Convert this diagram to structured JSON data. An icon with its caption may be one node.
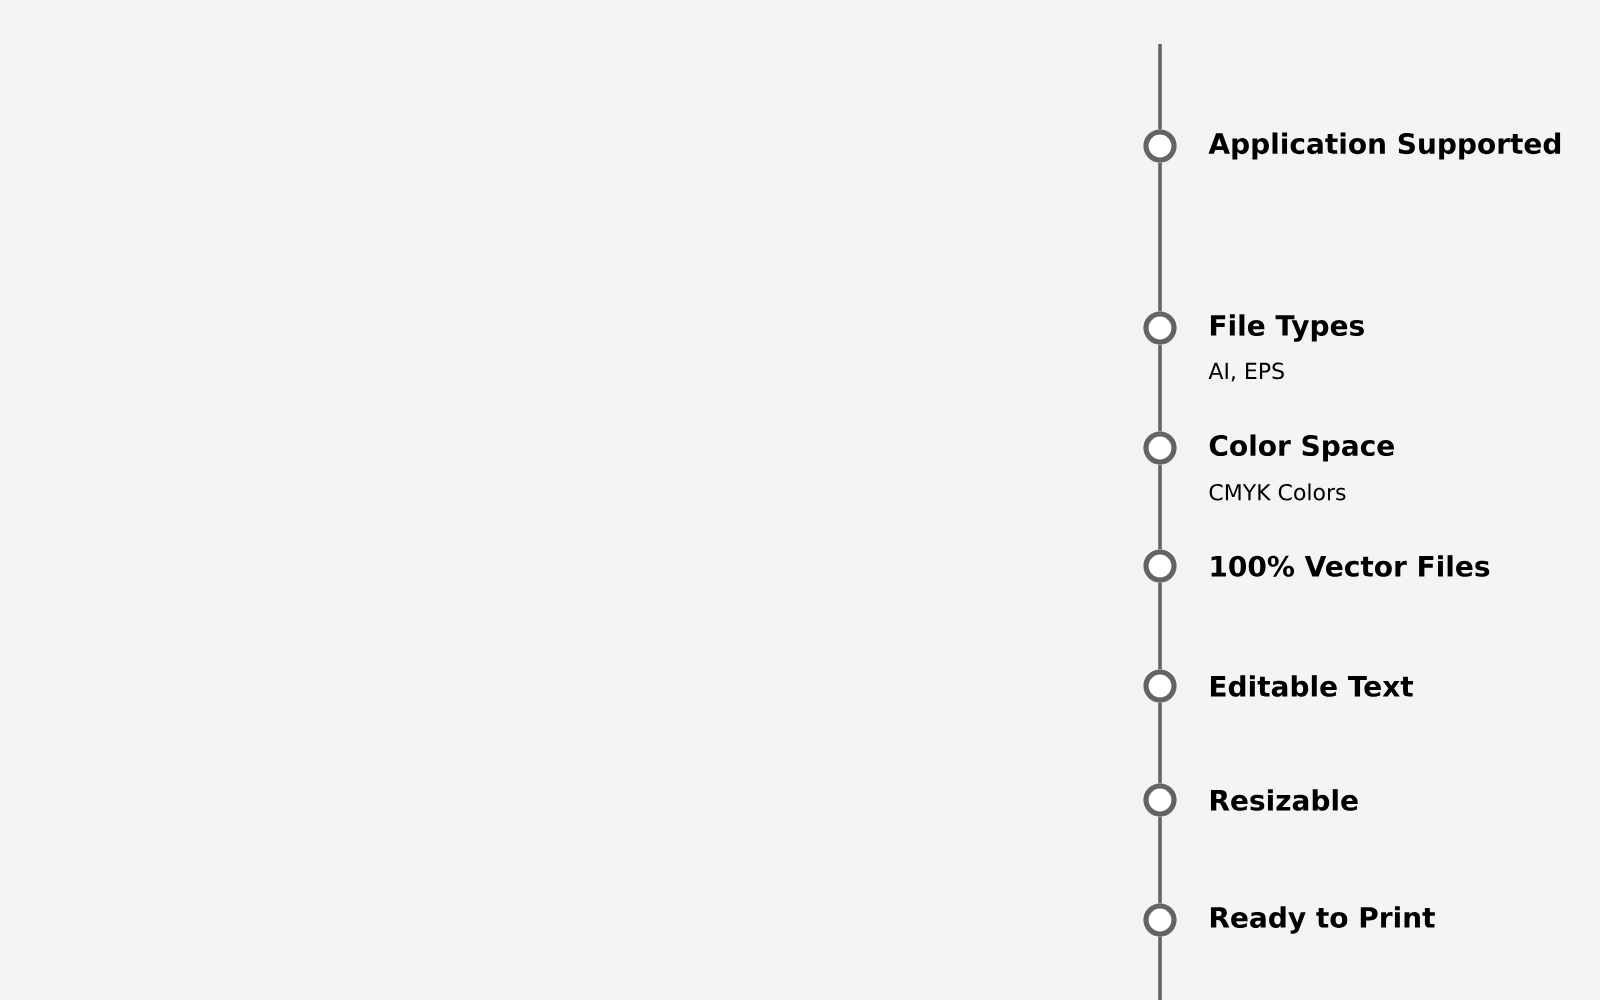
{
  "diagram": {
    "nodes": [
      {
        "text": [
          "Application Supported"
        ]
      },
      {
        "text": [
          "File Types",
          "AI, EPS"
        ]
      },
      {
        "text": [
          "Color Space",
          "CMYK Colors"
        ]
      },
      {
        "text": [
          "100% Vector Files"
        ]
      },
      {
        "text": [
          "Editable Text"
        ]
      },
      {
        "text": [
          "Resizable"
        ]
      },
      {
        "text": [
          "Ready to Print"
        ]
      }
    ],
    "edges": [
      {
        "from": null,
        "to": 0,
        "arrow": "none"
      },
      {
        "from": 0,
        "to": 1,
        "arrow": "none"
      },
      {
        "from": 1,
        "to": 2,
        "arrow": "none"
      },
      {
        "from": 2,
        "to": 3,
        "arrow": "none"
      },
      {
        "from": 3,
        "to": 4,
        "arrow": "none"
      },
      {
        "from": 4,
        "to": 5,
        "arrow": "none"
      },
      {
        "from": 5,
        "to": 6,
        "arrow": "none"
      },
      {
        "from": 6,
        "to": null,
        "arrow": "none"
      }
    ]
  }
}
